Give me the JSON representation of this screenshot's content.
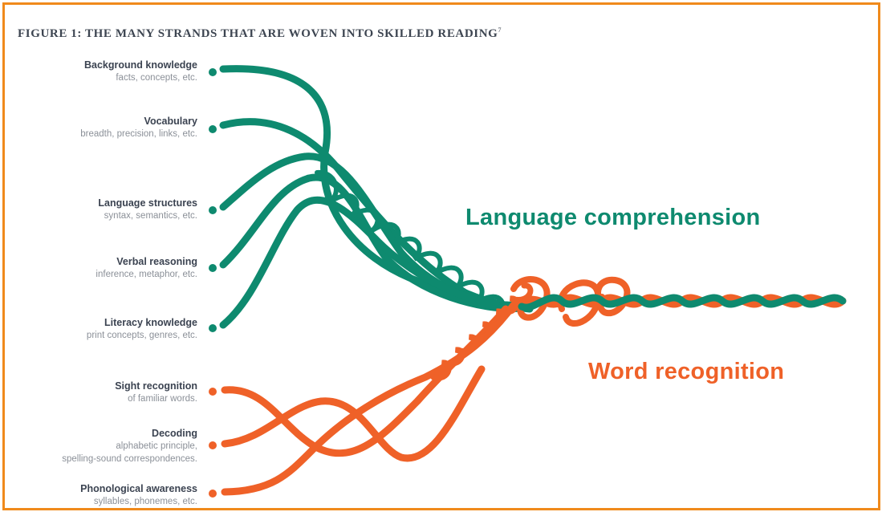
{
  "figure": {
    "title": "FIGURE 1: THE MANY STRANDS THAT ARE WOVEN INTO SKILLED READING",
    "footnote": "7"
  },
  "colors": {
    "language": "#0e8a6f",
    "word": "#ef6128",
    "border": "#f08a1c"
  },
  "language_comprehension": {
    "label": "Language comprehension",
    "strands": [
      {
        "name": "Background knowledge",
        "desc": "facts, concepts, etc."
      },
      {
        "name": "Vocabulary",
        "desc": "breadth, precision, links, etc."
      },
      {
        "name": "Language structures",
        "desc": "syntax, semantics, etc."
      },
      {
        "name": "Verbal reasoning",
        "desc": "inference, metaphor, etc."
      },
      {
        "name": "Literacy knowledge",
        "desc": "print concepts, genres, etc."
      }
    ]
  },
  "word_recognition": {
    "label": "Word recognition",
    "strands": [
      {
        "name": "Sight recognition",
        "desc": "of familiar words."
      },
      {
        "name": "Decoding",
        "desc": "alphabetic principle,",
        "desc2": "spelling-sound correspondences."
      },
      {
        "name": "Phonological awareness",
        "desc": "syllables, phonemes, etc."
      }
    ]
  }
}
